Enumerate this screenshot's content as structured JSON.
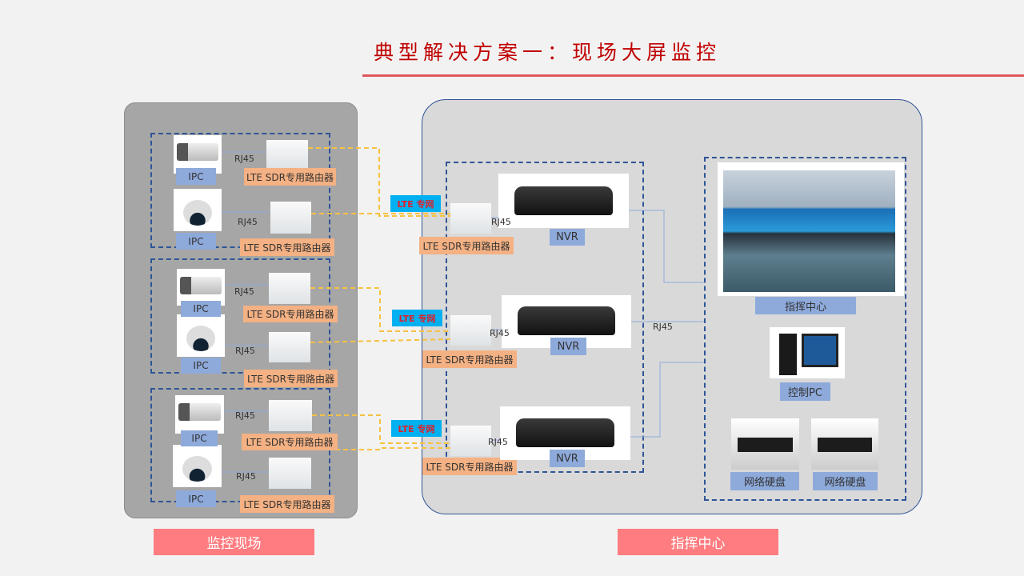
{
  "title": "典型解决方案一：现场大屏监控",
  "colors": {
    "title": "#c00000",
    "label_blue": "#8eaadb",
    "label_orange": "#f4b183",
    "lte_bg": "#00b0f0",
    "bottom_label": "#ff7c80",
    "dash": "#2f5597",
    "link_yellow": "#f5c242"
  },
  "site": {
    "ipc_label": "IPC",
    "router_label": "LTE SDR专用路由器",
    "rj45": "RJ45"
  },
  "lte_label": "LTE 专网",
  "nvr_label": "NVR",
  "center": {
    "command_center": "指挥中心",
    "control_pc": "控制PC",
    "nas": "网络硬盘"
  },
  "bottom": {
    "left": "监控现场",
    "right": "指挥中心"
  }
}
